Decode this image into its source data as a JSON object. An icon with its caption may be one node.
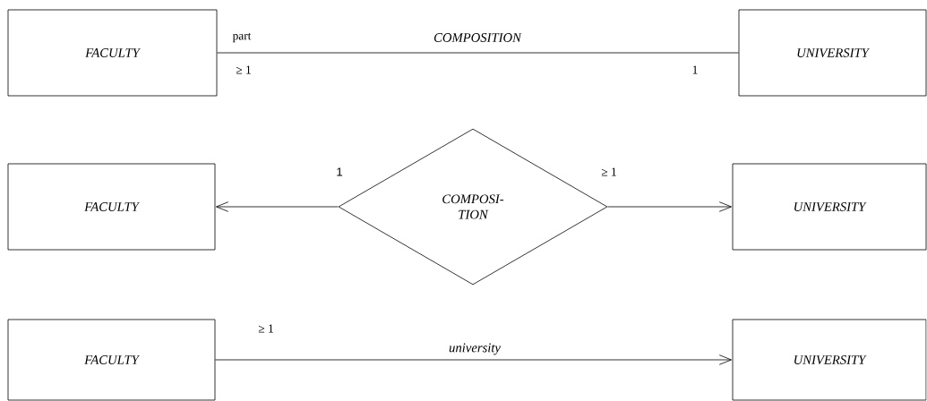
{
  "diagram": {
    "nodes": [
      {
        "text": [
          "FACULTY"
        ]
      },
      {
        "text": [
          "UNIVERSITY"
        ]
      },
      {
        "text": [
          "FACULTY"
        ]
      },
      {
        "text": [
          "COMPOSI- TION"
        ]
      },
      {
        "text": [
          "UNIVERSITY"
        ]
      },
      {
        "text": [
          "FACULTY"
        ]
      },
      {
        "text": [
          "UNIVERSITY"
        ]
      }
    ],
    "edges": [
      {
        "from": 0,
        "to": 1,
        "arrow": "none",
        "label": "COMPOSITION"
      },
      {
        "from": 3,
        "to": 2,
        "arrow": "to"
      },
      {
        "from": 3,
        "to": 4,
        "arrow": "to"
      },
      {
        "from": 5,
        "to": 6,
        "arrow": "to",
        "label": "university"
      }
    ],
    "labels": [
      "part",
      "≥ 1",
      "1",
      "1",
      "≥ 1",
      "≥ 1"
    ]
  }
}
